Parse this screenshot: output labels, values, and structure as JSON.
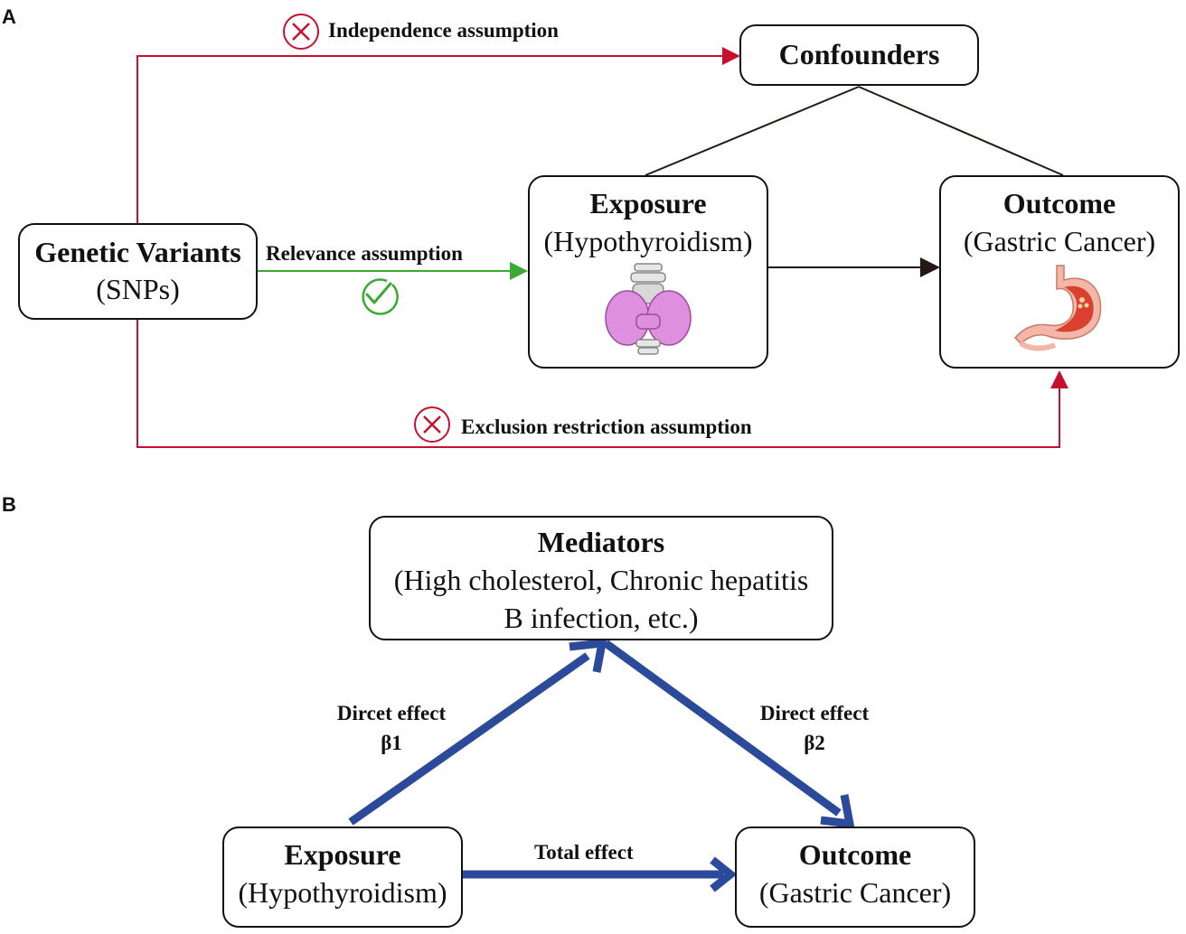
{
  "panel_a": {
    "label": "A",
    "confounders": "Confounders",
    "genetic_title": "Genetic Variants",
    "genetic_sub": "(SNPs)",
    "exposure_title": "Exposure",
    "exposure_sub": "(Hypothyroidism)",
    "outcome_title": "Outcome",
    "outcome_sub": "(Gastric Cancer)",
    "independence": "Independence assumption",
    "relevance": "Relevance assumption",
    "exclusion": "Exclusion restriction assumption",
    "colors": {
      "violated": "#c8102e",
      "satisfied": "#3aa935",
      "neutral": "#231815"
    }
  },
  "panel_b": {
    "label": "B",
    "mediators_title": "Mediators",
    "mediators_line1": "(High cholesterol, Chronic hepatitis",
    "mediators_line2": "B infection, etc.)",
    "exposure_title": "Exposure",
    "exposure_sub": "(Hypothyroidism)",
    "outcome_title": "Outcome",
    "outcome_sub": "(Gastric Cancer)",
    "effect1_line1": "Dircet effect",
    "effect1_line2": "β1",
    "effect2_line1": "Direct effect",
    "effect2_line2": "β2",
    "total_effect": "Total effect",
    "colors": {
      "arrow": "#2b4a9a"
    }
  }
}
